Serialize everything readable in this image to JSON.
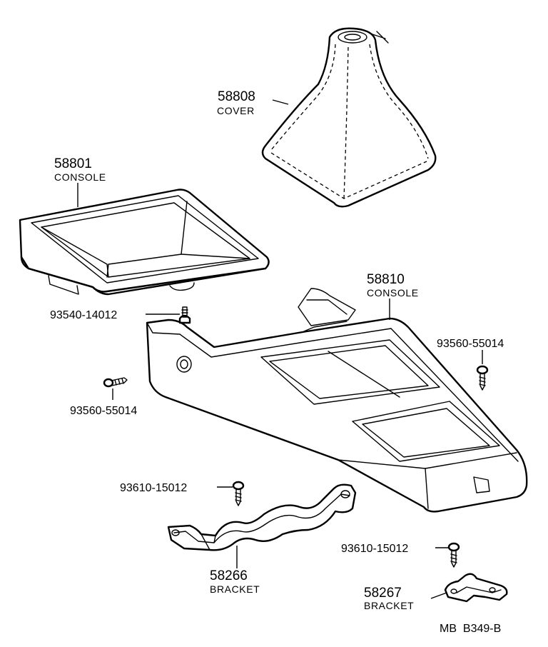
{
  "parts": {
    "cover": {
      "number": "58808",
      "name": "COVER"
    },
    "console_upper": {
      "number": "58801",
      "name": "CONSOLE"
    },
    "console_lower": {
      "number": "58810",
      "name": "CONSOLE"
    },
    "screw_center": {
      "number": "93540-14012"
    },
    "screw_right": {
      "number": "93560-55014"
    },
    "screw_left": {
      "number": "93560-55014"
    },
    "screw_bracket_a": {
      "number": "93610-15012"
    },
    "screw_bracket_b": {
      "number": "93610-15012"
    },
    "bracket_a": {
      "number": "58266",
      "name": "BRACKET"
    },
    "bracket_b": {
      "number": "58267",
      "name": "BRACKET"
    }
  },
  "reference": {
    "code": "MB  B349-B"
  }
}
